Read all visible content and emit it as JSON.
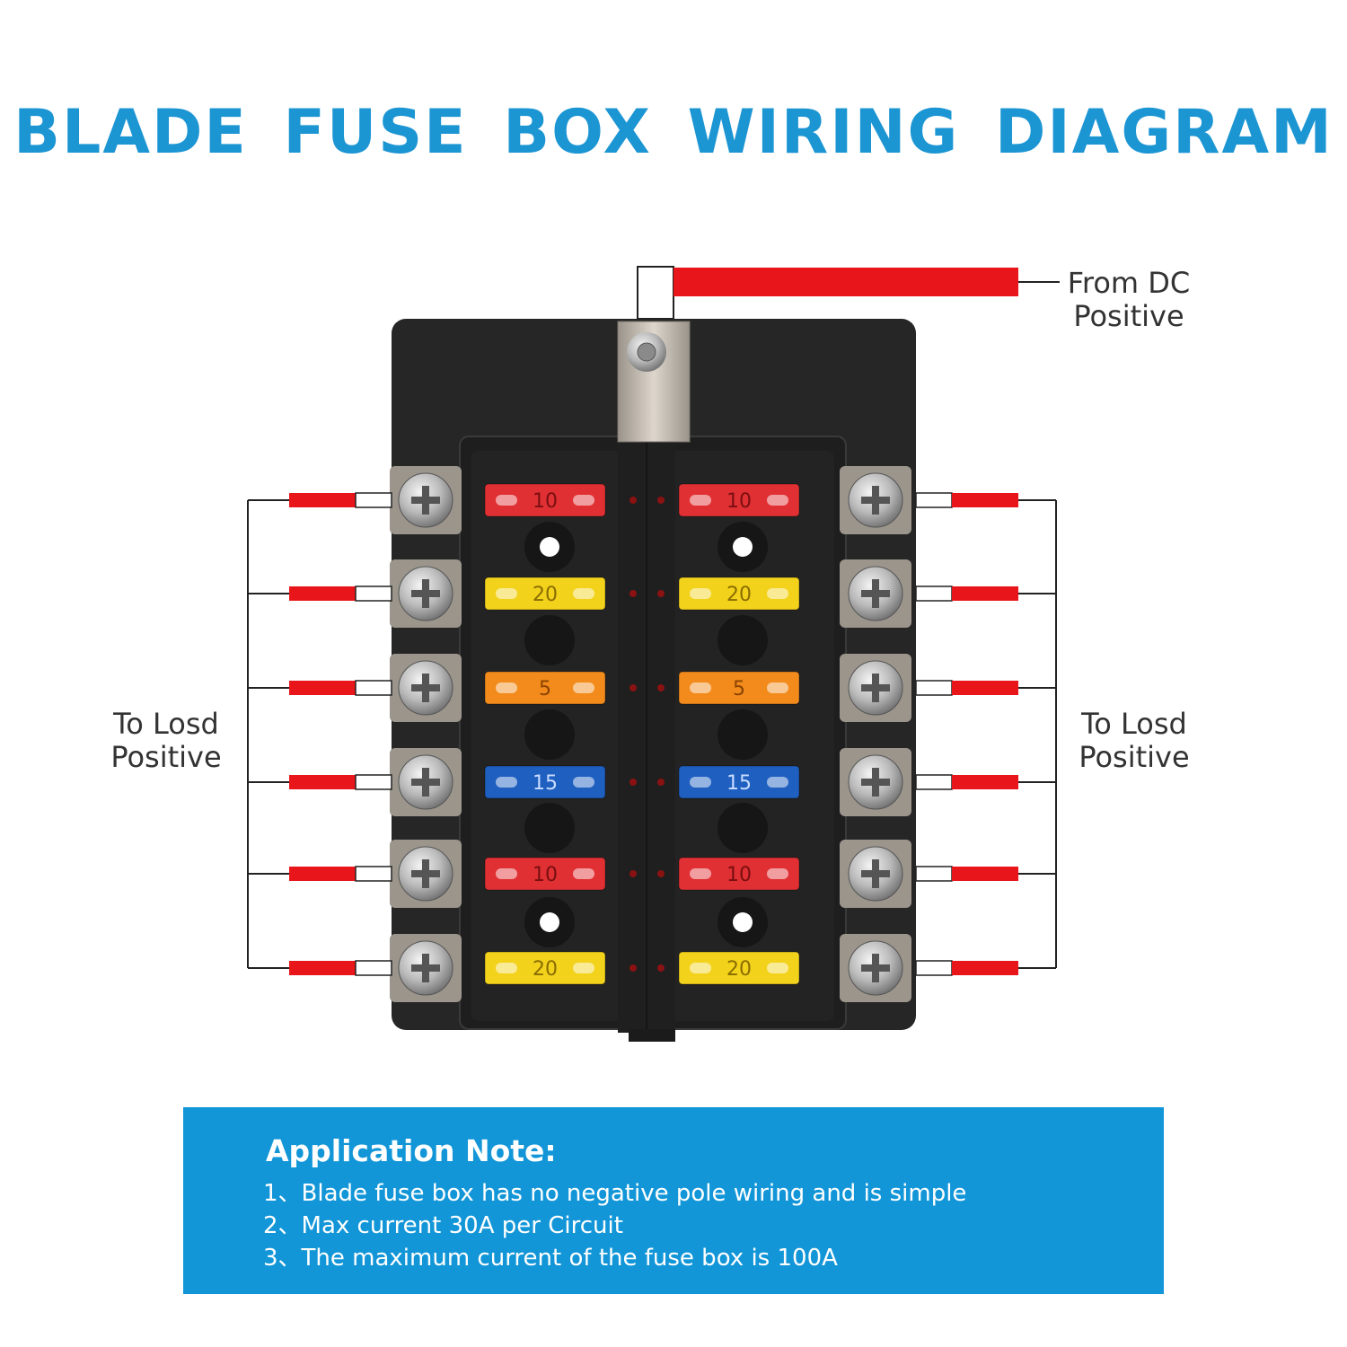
{
  "title": "BLADE FUSE BOX WIRING DIAGRAM",
  "colors": {
    "title": "#1c95d3",
    "note_bg": "#1296d8",
    "wire_red": "#e8161b",
    "box_body": "#2a2a2a",
    "fuse_red": "#e03034",
    "fuse_yellow": "#f3d21c",
    "fuse_orange": "#f28b1c",
    "fuse_blue": "#1e5fc0"
  },
  "labels": {
    "from_dc": "From DC",
    "from_dc_positive": "Positive",
    "load_left_line1": "To Losd",
    "load_left_line2": "Positive",
    "load_right_line1": "To Losd",
    "load_right_line2": "Positive"
  },
  "fuses": {
    "left": [
      {
        "rating": "10",
        "color": "red"
      },
      {
        "rating": "20",
        "color": "yellow"
      },
      {
        "rating": "5",
        "color": "orange"
      },
      {
        "rating": "15",
        "color": "blue"
      },
      {
        "rating": "10",
        "color": "red"
      },
      {
        "rating": "20",
        "color": "yellow"
      }
    ],
    "right": [
      {
        "rating": "10",
        "color": "red"
      },
      {
        "rating": "20",
        "color": "yellow"
      },
      {
        "rating": "5",
        "color": "orange"
      },
      {
        "rating": "15",
        "color": "blue"
      },
      {
        "rating": "10",
        "color": "red"
      },
      {
        "rating": "20",
        "color": "yellow"
      }
    ]
  },
  "application_note": {
    "title": "Application Note:",
    "items": [
      "1、Blade fuse box has no negative pole wiring and is simple",
      "2、Max current 30A per Circuit",
      "3、The maximum current of the fuse box is 100A"
    ]
  }
}
